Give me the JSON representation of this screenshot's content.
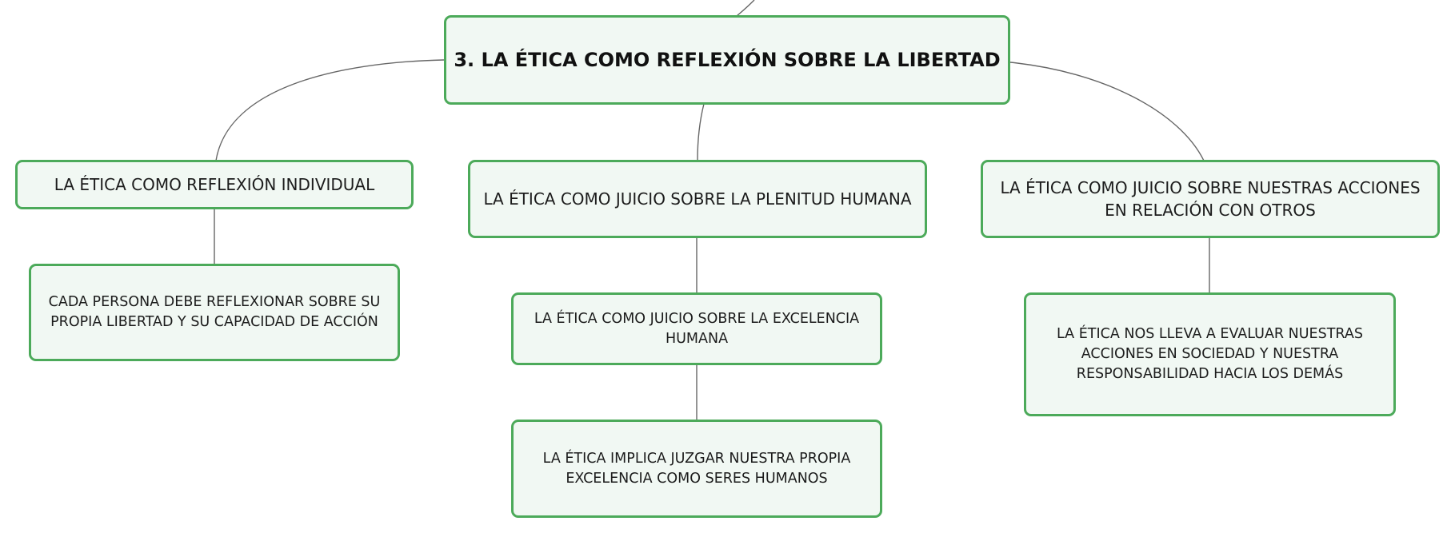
{
  "root": {
    "title": "3. LA ÉTICA COMO REFLEXIÓN SOBRE LA LIBERTAD"
  },
  "branches": [
    {
      "title": "LA ÉTICA COMO REFLEXIÓN INDIVIDUAL",
      "children": [
        "CADA PERSONA DEBE REFLEXIONAR SOBRE SU PROPIA LIBERTAD Y SU CAPACIDAD DE ACCIÓN"
      ]
    },
    {
      "title": "LA ÉTICA COMO JUICIO SOBRE LA PLENITUD HUMANA",
      "children": [
        "LA ÉTICA COMO JUICIO SOBRE LA EXCELENCIA HUMANA",
        "LA ÉTICA IMPLICA JUZGAR NUESTRA PROPIA EXCELENCIA COMO SERES HUMANOS"
      ]
    },
    {
      "title": "LA ÉTICA COMO JUICIO SOBRE NUESTRAS ACCIONES EN RELACIÓN CON OTROS",
      "children": [
        "LA ÉTICA NOS LLEVA A EVALUAR NUESTRAS ACCIONES EN SOCIEDAD Y NUESTRA RESPONSABILIDAD HACIA LOS DEMÁS"
      ]
    }
  ],
  "colors": {
    "node_border": "#4caa5a",
    "node_fill": "#f1f8f3",
    "connector": "#666666"
  }
}
